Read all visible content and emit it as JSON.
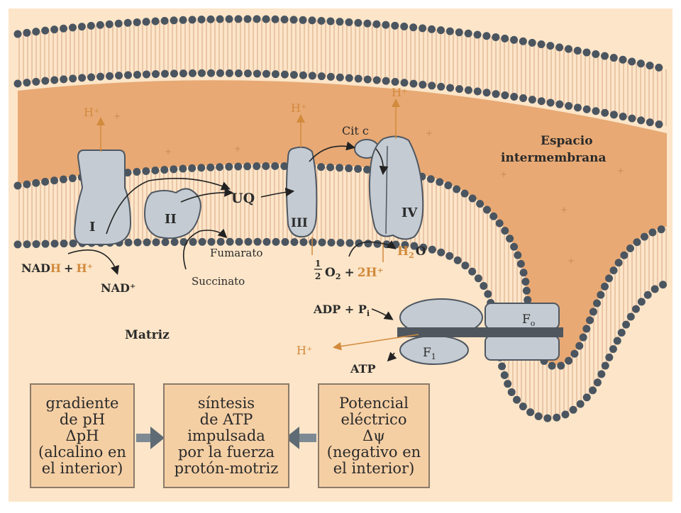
{
  "labels": {
    "intermembrane_line1": "Espacio",
    "intermembrane_line2": "intermembrana",
    "matrix": "Matriz",
    "cit_c": "Cit c",
    "uq": "UQ",
    "complex_1": "I",
    "complex_2": "II",
    "complex_3": "III",
    "complex_4": "IV",
    "h_plus": "H⁺",
    "nad_part1": "NAD",
    "nad_h": "H",
    "nad_plus": "+",
    "nad_hplus": "H⁺",
    "nad_oxidized": "NAD⁺",
    "fumarato": "Fumarato",
    "succinato": "Succinato",
    "h2o_h": "H",
    "h2o_sub": "2",
    "h2o_o": "O",
    "o2_o": "O",
    "o2_sub": "2",
    "o2_plus": "+",
    "two_h": "2H⁺",
    "adp": "ADP + P",
    "adp_sub": "i",
    "atp": "ATP",
    "fo_f": "F",
    "fo_sub": "o",
    "f1_f": "F",
    "f1_sub": "1"
  },
  "boxes": [
    {
      "lines": [
        "gradiente",
        "de pH",
        "ΔpH",
        "(alcalino en",
        "el interior)"
      ]
    },
    {
      "lines": [
        "síntesis",
        "de ATP",
        "impulsada",
        "por la fuerza",
        "protón-motriz"
      ]
    },
    {
      "lines": [
        "Potencial",
        "eléctrico",
        "Δψ",
        "(negativo en",
        "el interior)"
      ]
    }
  ],
  "colors": {
    "intermembrane_space": "#e8a974",
    "matrix": "#fce5c8",
    "proton": "#d28a3c",
    "protein": "#c4cbd2",
    "box_fill": "#f5cfa4"
  }
}
